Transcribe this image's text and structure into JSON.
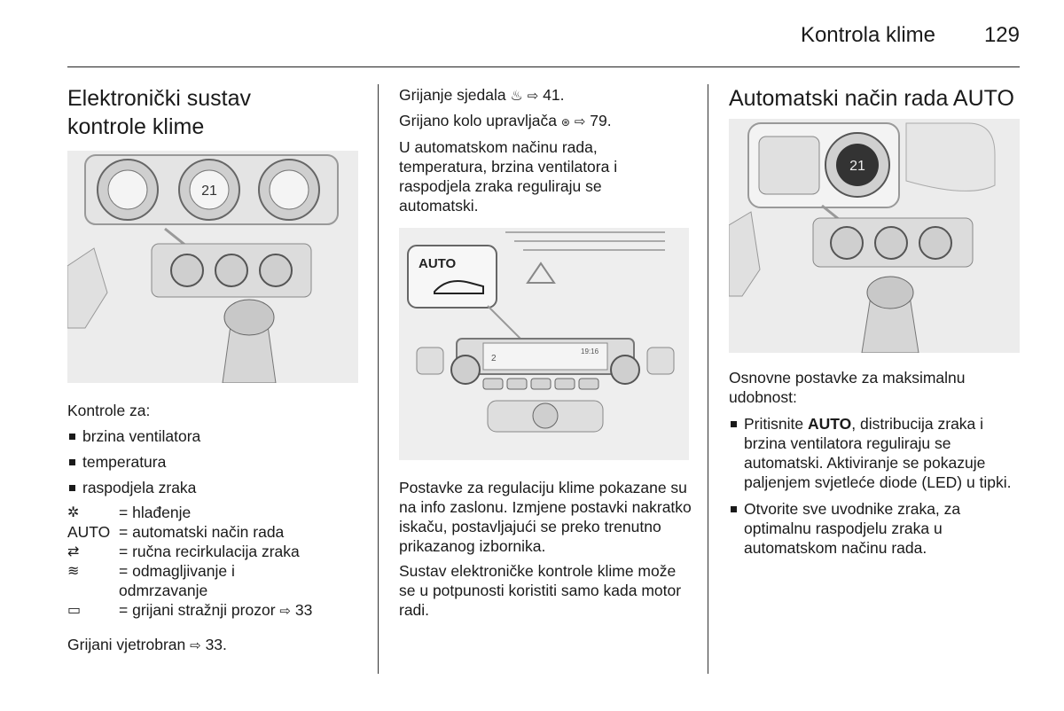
{
  "header": {
    "title": "Kontrola klime",
    "page_number": "129"
  },
  "col1": {
    "heading": "Elektronički sustav kontrole klime",
    "intro": "Kontrole za:",
    "bullets": [
      "brzina ventilatora",
      "temperatura",
      "raspodjela zraka"
    ],
    "symbols": [
      {
        "icon": "✲",
        "icon_name": "snowflake-icon",
        "text": "= hlađenje"
      },
      {
        "icon": "AUTO",
        "icon_name": "auto-label",
        "text": "= automatski način rada"
      },
      {
        "icon": "⇄",
        "icon_name": "recirculation-icon",
        "text": "= ručna recirkulacija zraka"
      },
      {
        "icon": "≋",
        "icon_name": "windscreen-defrost-icon",
        "text": "= odmagljivanje i odmrzavanje"
      },
      {
        "icon": "▭",
        "icon_name": "rear-window-heat-icon",
        "text": "= grijani stražnji prozor",
        "ref": "33"
      }
    ],
    "footer_text": "Grijani vjetrobran",
    "footer_ref": "33"
  },
  "col2": {
    "line1_text": "Grijanje sjedala",
    "line1_ref": "41.",
    "line2_text": "Grijano kolo upravljača",
    "line2_ref": "79.",
    "para1": "U automatskom načinu rada, temperatura, brzina ventilatora i raspodjela zraka reguliraju se automatski.",
    "figure_auto_label": "AUTO",
    "figure_display_text": "2",
    "figure_display_right": "19:16",
    "para2": "Postavke za regulaciju klime pokazane su na info zaslonu. Izmjene postavki nakratko iskaču, postavljajući se preko trenutno prikazanog izbornika.",
    "para3": "Sustav elektroničke kontrole klime može se u potpunosti koristiti samo kada motor radi."
  },
  "col3": {
    "heading": "Automatski način rada AUTO",
    "intro": "Osnovne postavke za maksimalnu udobnost:",
    "bullet1_pre": "Pritisnite ",
    "bullet1_bold": "AUTO",
    "bullet1_post": ", distribucija zraka i brzina ventilatora reguliraju se automatski. Aktiviranje se pokazuje paljenjem svjetleće diode (LED) u tipki.",
    "bullet2": "Otvorite sve uvodnike zraka, za optimalnu raspodjelu zraka u automatskom načinu rada.",
    "figure_knob_text": "21"
  },
  "colors": {
    "text": "#1a1a1a",
    "figure_bg": "#f2f2f2",
    "figure_line": "#666666"
  }
}
